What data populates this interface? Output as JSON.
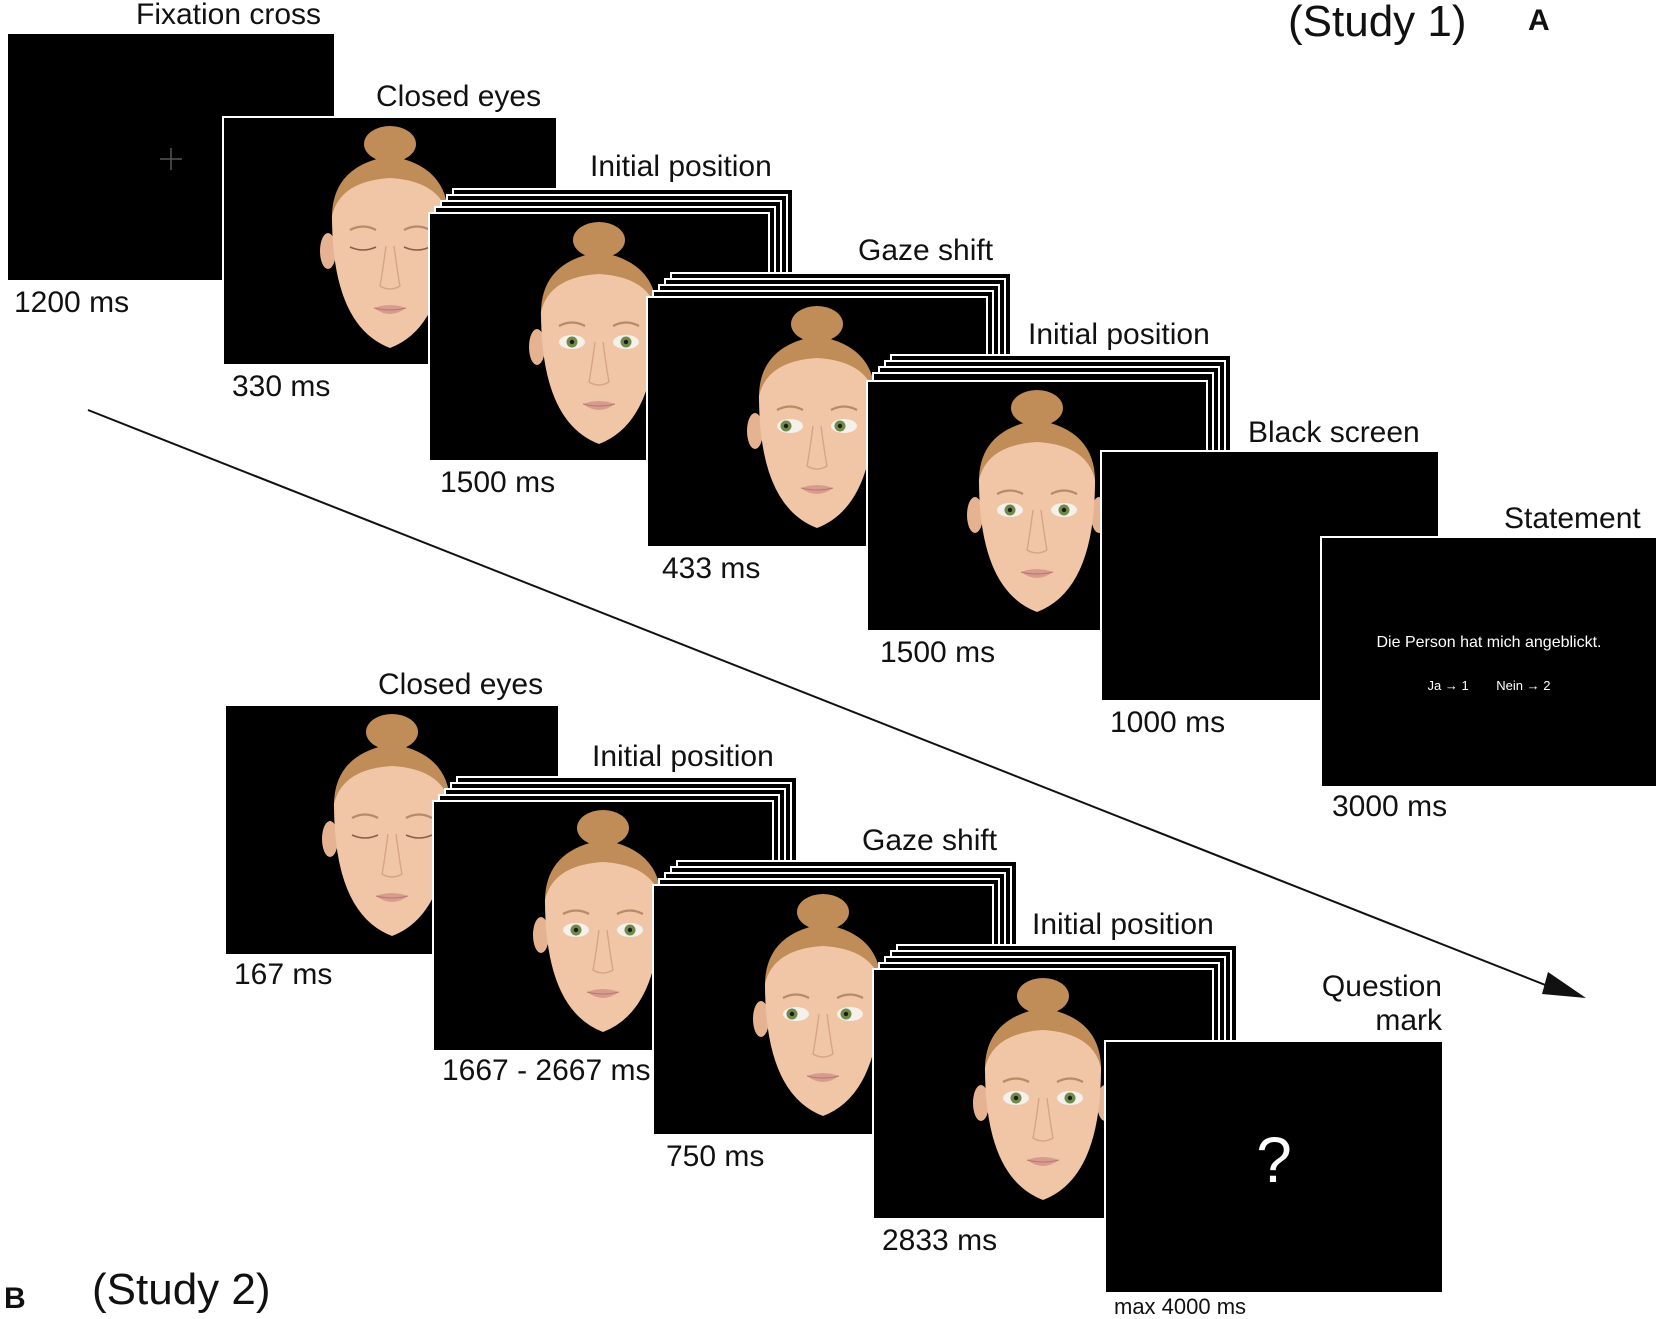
{
  "study_a": {
    "title": "(Study 1)",
    "letter": "A",
    "labels": {
      "fixation": "Fixation cross",
      "closed": "Closed eyes",
      "initial1": "Initial position",
      "gaze": "Gaze shift",
      "initial2": "Initial position",
      "black": "Black screen",
      "statement": "Statement"
    },
    "durations": {
      "fixation": "1200 ms",
      "closed": "330 ms",
      "initial1": "1500 ms",
      "gaze": "433 ms",
      "initial2": "1500 ms",
      "black": "1000 ms",
      "statement": "3000 ms"
    },
    "statement_text": "Die Person hat mich angeblickt.",
    "response_yes": "Ja → 1",
    "response_no": "Nein → 2"
  },
  "study_b": {
    "title": "(Study 2)",
    "letter": "B",
    "labels": {
      "closed": "Closed eyes",
      "initial1": "Initial position",
      "gaze": "Gaze shift",
      "initial2": "Initial position",
      "question_line1": "Question",
      "question_line2": "mark"
    },
    "durations": {
      "closed": "167 ms",
      "initial1": "1667 - 2667 ms",
      "gaze": "750 ms",
      "initial2": "2833 ms",
      "question": "max 4000 ms"
    },
    "question_symbol": "?"
  },
  "colors": {
    "background": "#ffffff",
    "screen": "#000000",
    "skin": "#f0c6a6",
    "hair": "#c08c57",
    "iris": "#6f8a4a",
    "lips": "#d99a90"
  }
}
